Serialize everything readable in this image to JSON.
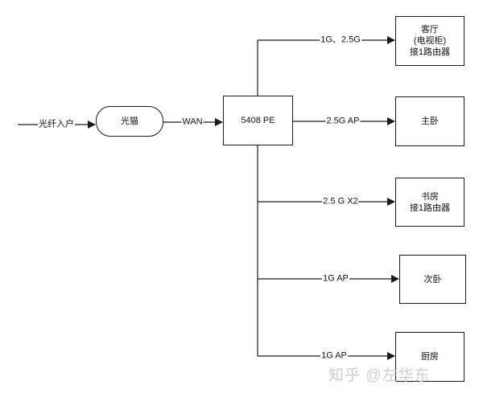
{
  "diagram": {
    "input_label": "光纤入户",
    "modem": "光猫",
    "wan_label": "WAN",
    "router": "5408 PE",
    "branches": [
      {
        "link": "1G、2.5G",
        "room_lines": [
          "客厅",
          "(电视柜)",
          "接1路由器"
        ]
      },
      {
        "link": "2.5G AP",
        "room_lines": [
          "主卧"
        ]
      },
      {
        "link": "2.5 G X2",
        "room_lines": [
          "书房",
          "接1路由器"
        ]
      },
      {
        "link": "1G AP",
        "room_lines": [
          "次卧"
        ]
      },
      {
        "link": "1G AP",
        "room_lines": [
          "厨房"
        ]
      }
    ]
  },
  "watermark": "知乎 @左华东",
  "colors": {
    "line": "#1a1a1a",
    "background": "#ffffff",
    "watermark": "#cfcfcf"
  }
}
